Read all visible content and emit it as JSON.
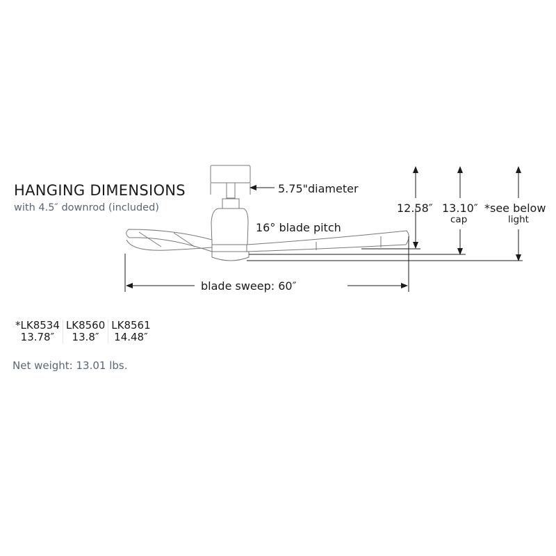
{
  "title": "HANGING DIMENSIONS",
  "subtitle": "with 4.5″ downrod (included)",
  "labels": {
    "canopy_diameter": "5.75\"diameter",
    "blade_pitch": "16° blade pitch",
    "blade_sweep": "blade sweep: 60″",
    "height_1": "12.58″",
    "height_2": "13.10″",
    "height_2_note": "cap",
    "height_3": "*see below",
    "height_3_note": "light"
  },
  "models": [
    {
      "model": "*LK8534",
      "height": "13.78″"
    },
    {
      "model": "LK8560",
      "height": "13.8″"
    },
    {
      "model": "LK8561",
      "height": "14.48″"
    }
  ],
  "net_weight": "Net weight: 13.01 lbs.",
  "colors": {
    "line": "#1a1a1a",
    "drawing": "#777777",
    "subtext": "#5a6672"
  }
}
